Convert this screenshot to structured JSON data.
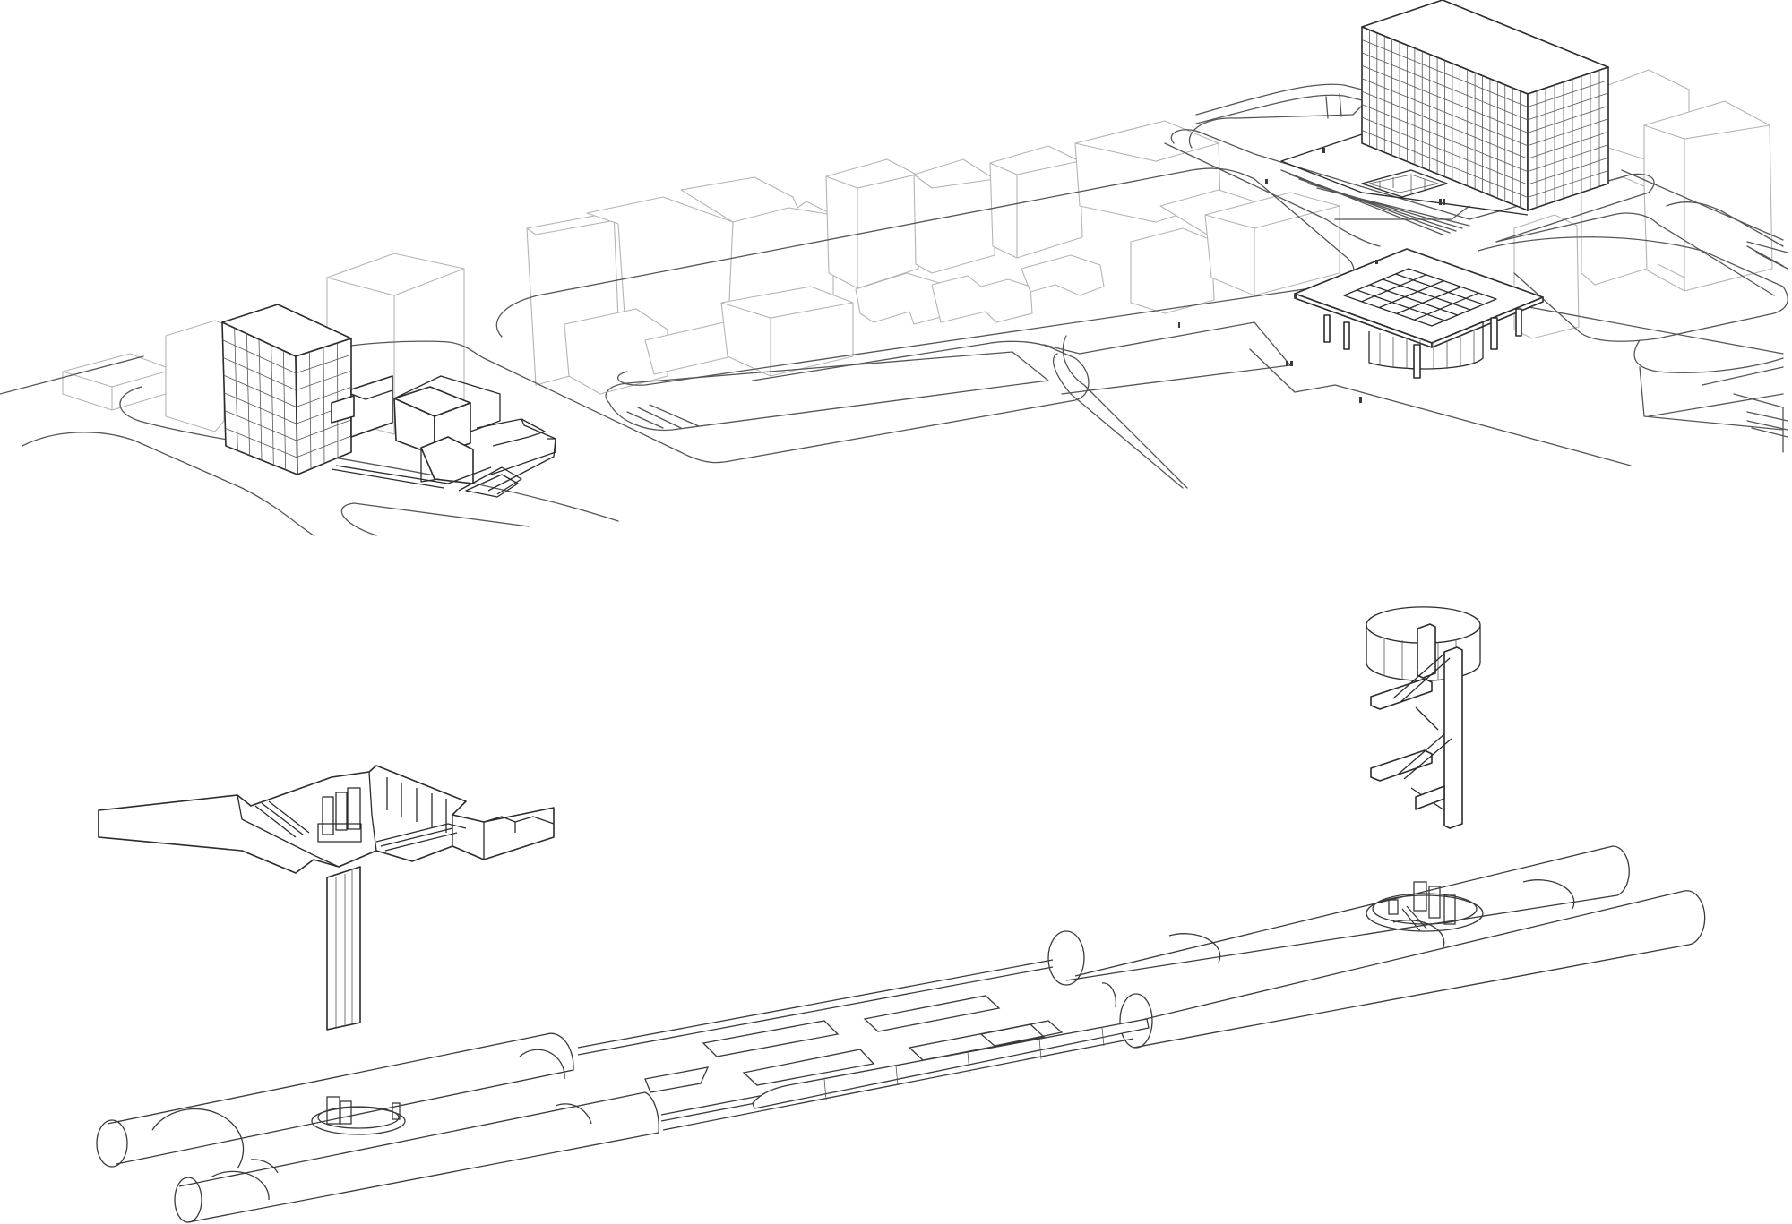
{
  "image": {
    "type": "exploded axonometric line drawing",
    "background_color": "#ffffff",
    "line_color": "#2b2b2b",
    "context_line_color": "#b4b4b4",
    "text": []
  },
  "components": [
    "street-level-context",
    "surface-towers",
    "station-canopy",
    "underground-concourse",
    "access-shaft",
    "tunnel-network",
    "train"
  ]
}
